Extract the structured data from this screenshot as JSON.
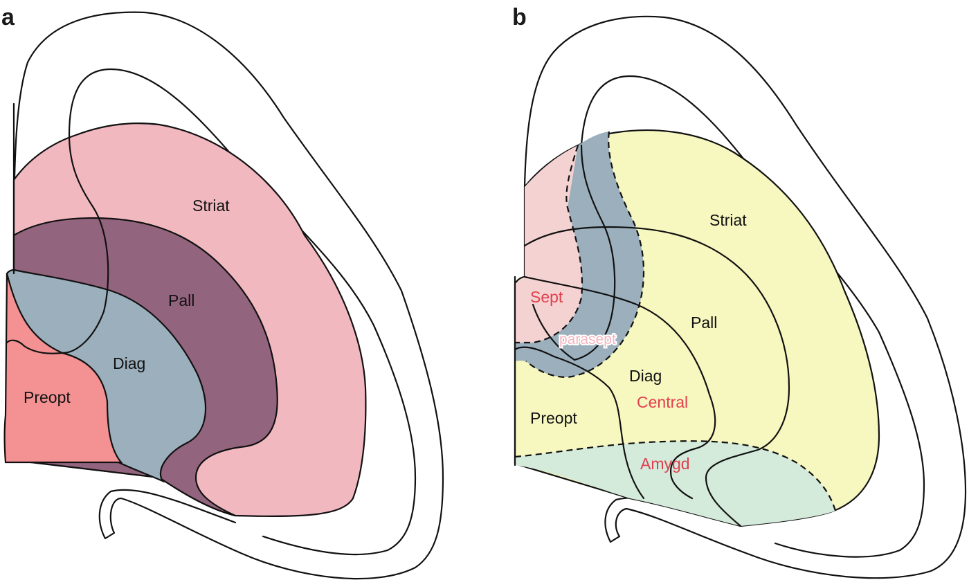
{
  "panels": {
    "a": {
      "letter": "a",
      "labels": {
        "striat": "Striat",
        "pall": "Pall",
        "diag": "Diag",
        "preopt": "Preopt"
      }
    },
    "b": {
      "letter": "b",
      "labels": {
        "striat": "Striat",
        "pall": "Pall",
        "diag": "Diag",
        "preopt": "Preopt",
        "sept": "Sept",
        "parasept": "parasept",
        "central": "Central",
        "amygd": "Amygd"
      }
    }
  },
  "colors": {
    "striatum_pink": "#f2b8c0",
    "pallium_purple": "#93647e",
    "diagonal_blue_gray": "#9bafbc",
    "preoptic_salmon": "#f39193",
    "yellow_field": "#f7f7c0",
    "septum_pink": "#f5d2d2",
    "amygdala_green": "#d4eadb",
    "red_label": "#e0404e"
  }
}
